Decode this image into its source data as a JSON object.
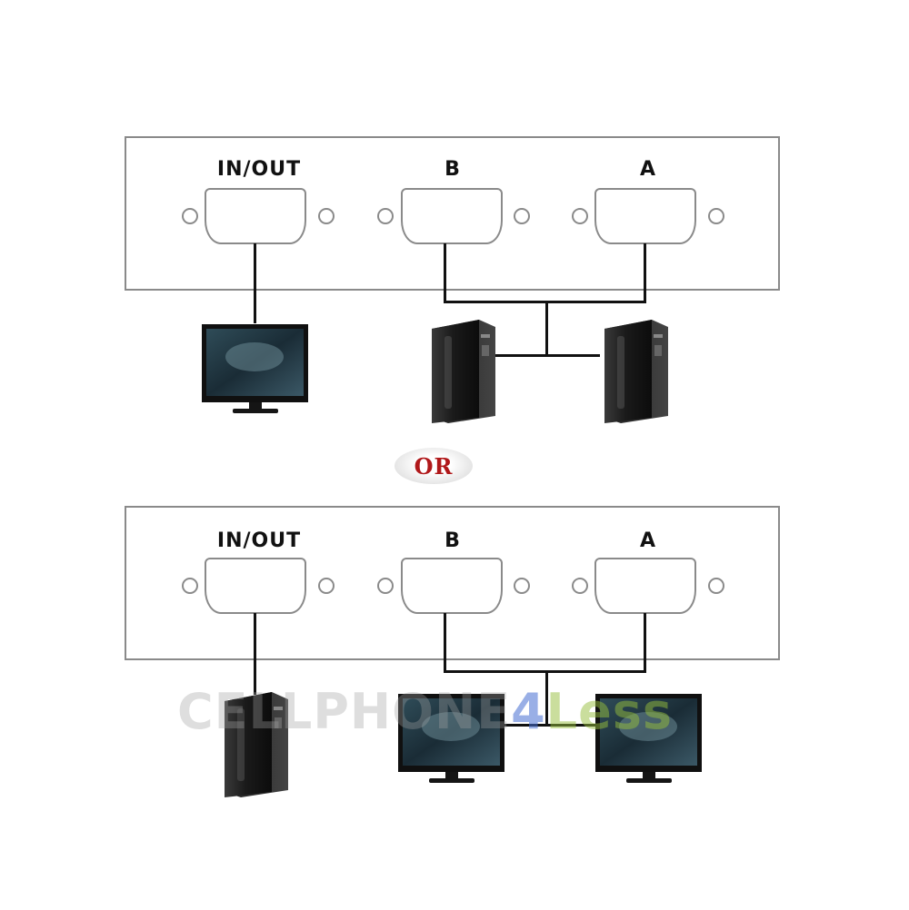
{
  "diagram_top": {
    "ports": [
      {
        "label": "IN/OUT"
      },
      {
        "label": "B"
      },
      {
        "label": "A"
      }
    ]
  },
  "or_label": "OR",
  "diagram_bottom": {
    "ports": [
      {
        "label": "IN/OUT"
      },
      {
        "label": "B"
      },
      {
        "label": "A"
      }
    ]
  },
  "watermark": {
    "part1": "CELLPHONE",
    "part2": "4",
    "part3": "Less"
  },
  "colors": {
    "panel_border": "#8a8a8a",
    "wire": "#111111",
    "or_text": "#b0181a"
  }
}
